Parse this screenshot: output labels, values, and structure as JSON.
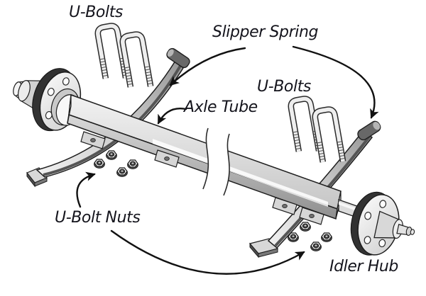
{
  "figure": {
    "type": "technical-illustration",
    "subject": "trailer axle assembly exploded view",
    "background_color": "#ffffff",
    "ink_color": "#1b1b1b",
    "label_text_color": "#14141c",
    "metal_light_color": "#ececec",
    "metal_dark_color": "#5a5a5a",
    "labels": {
      "u_bolts_left": "U-Bolts",
      "slipper_spring": "Slipper Spring",
      "axle_tube": "Axle Tube",
      "u_bolts_right": "U-Bolts",
      "u_bolt_nuts": "U-Bolt Nuts",
      "idler_hub": "Idler Hub"
    },
    "callouts": [
      {
        "label": "U-Bolts",
        "points_to": "pair of u-bolts above the left spring"
      },
      {
        "label": "Slipper Spring",
        "points_to": "left leaf spring and right leaf spring"
      },
      {
        "label": "Axle Tube",
        "points_to": "square axle tube"
      },
      {
        "label": "U-Bolts",
        "points_to": "pair of u-bolts above the right spring"
      },
      {
        "label": "U-Bolt Nuts",
        "points_to": "nut groups below left and right springs"
      },
      {
        "label": "Idler Hub",
        "points_to": "right wheel hub"
      }
    ]
  }
}
